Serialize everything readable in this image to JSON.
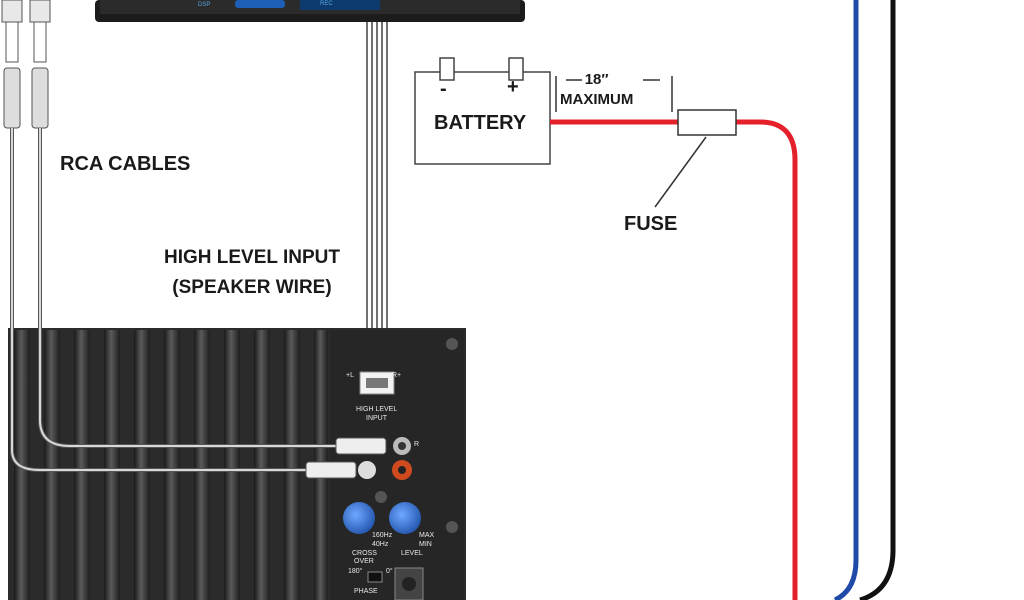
{
  "labels": {
    "rca_cables": "RCA CABLES",
    "high_level_input": "HIGH LEVEL INPUT",
    "speaker_wire": "(SPEAKER WIRE)",
    "battery": "BATTERY",
    "battery_minus": "-",
    "battery_plus": "+",
    "length": "18″",
    "maximum": "MAXIMUM",
    "fuse": "FUSE"
  },
  "head_unit": {
    "button_text": "DSP",
    "screen_text": "REC"
  },
  "amp_panel": {
    "left_plus": "+L",
    "right_plus": "R+",
    "high_level": "HIGH LEVEL",
    "input": "INPUT",
    "rca_r": "R",
    "crossover_160": "160Hz",
    "crossover_40": "40Hz",
    "crossover_line1": "CROSS",
    "crossover_line2": "OVER",
    "level_max": "MAX",
    "level_min": "MIN",
    "level": "LEVEL",
    "phase_180": "180°",
    "phase_0": "0°",
    "phase": "PHASE"
  },
  "colors": {
    "power_wire": "#e4202a",
    "remote_wire": "#1f4aa8",
    "ground_wire": "#111111",
    "knob": "#2f6fd0",
    "amp_body": "#2a2a2a"
  }
}
